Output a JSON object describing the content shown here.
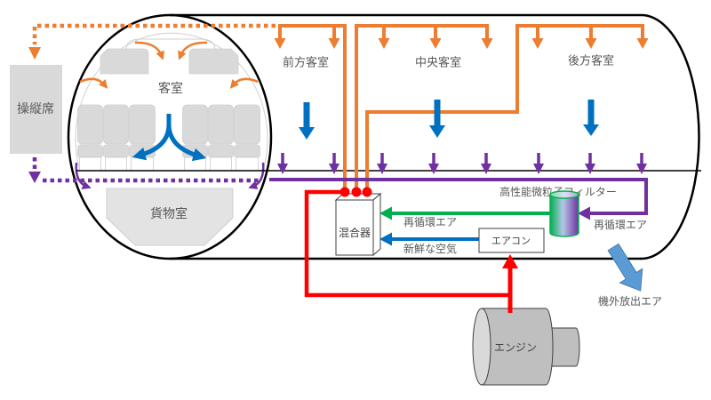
{
  "labels": {
    "cockpit": "操縦席",
    "passenger_cabin": "客室",
    "cargo_hold": "貨物室",
    "forward_cabin": "前方客室",
    "center_cabin": "中央客室",
    "aft_cabin": "後方客室",
    "mixer": "混合器",
    "hepa_filter": "高性能微粒子フィルター",
    "recirculated_air_to_mixer": "再循環エア",
    "recirculated_air_to_filter": "再循環エア",
    "fresh_air": "新鮮な空気",
    "air_conditioner": "エアコン",
    "engine": "エンジン",
    "exhaust_air": "機外放出エア"
  },
  "colors": {
    "supply_air": "#ED7D31",
    "cabin_airflow": "#0070C0",
    "return_air": "#7030A0",
    "bleed_air": "#FF0000",
    "recirculated_air": "#00B050",
    "fresh_air": "#0070C0",
    "exhaust_air": "#5B9BD5",
    "outline": "#000000",
    "component_fill": "#D9D9D9",
    "label_text": "#595959",
    "component_text": "#404040"
  },
  "connections": [
    {
      "from": "エンジン",
      "to": "エアコン",
      "flow": "bleed_air"
    },
    {
      "from": "エンジン",
      "to": "混合器",
      "flow": "bleed_air"
    },
    {
      "from": "エアコン",
      "to": "混合器",
      "flow": "fresh_air",
      "label": "新鮮な空気"
    },
    {
      "from": "高性能微粒子フィルター",
      "to": "混合器",
      "flow": "recirculated_air",
      "label": "再循環エア"
    },
    {
      "from": "混合器",
      "to": "前方客室",
      "flow": "supply_air",
      "outlets": 2
    },
    {
      "from": "混合器",
      "to": "中央客室",
      "flow": "supply_air",
      "outlets": 3
    },
    {
      "from": "混合器",
      "to": "後方客室",
      "flow": "supply_air",
      "outlets": 3
    },
    {
      "from": "前方客室",
      "to": "操縦席",
      "flow": "supply_air",
      "style": "dotted"
    },
    {
      "from": "操縦席",
      "to": "高性能微粒子フィルター",
      "flow": "return_air",
      "style": "dotted"
    },
    {
      "from": "客室",
      "to": "高性能微粒子フィルター",
      "flow": "return_air",
      "label": "再循環エア"
    },
    {
      "from": "客室",
      "to": "機外放出エア",
      "flow": "exhaust_air"
    }
  ]
}
